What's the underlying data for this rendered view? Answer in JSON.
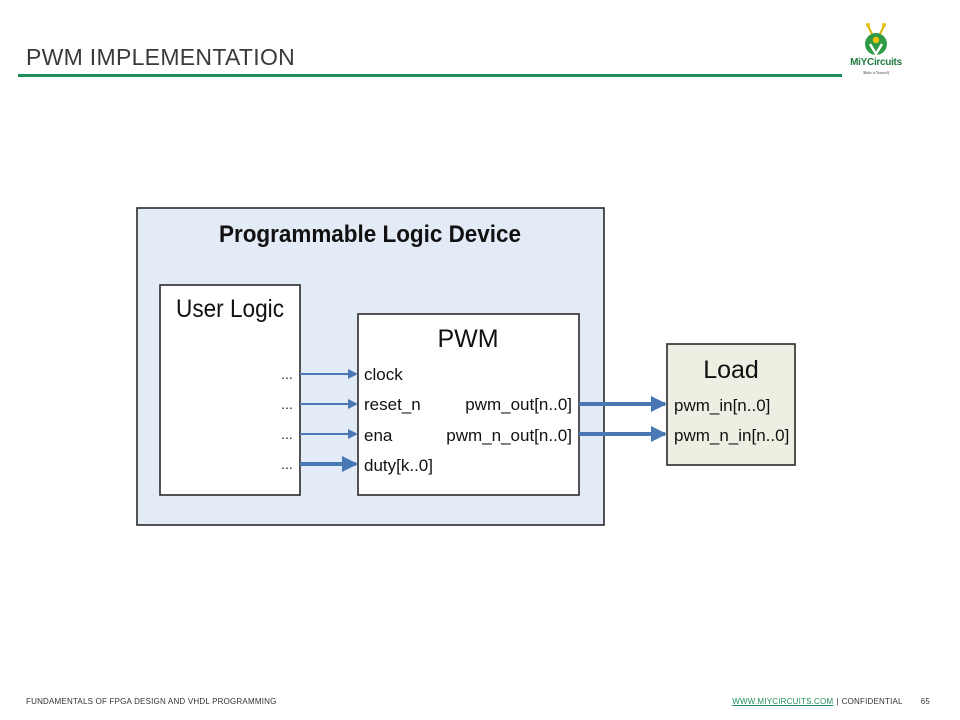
{
  "header": {
    "title": "PWM IMPLEMENTATION",
    "logo_text": "MiYCircuits",
    "logo_tagline": "Make it Yourself"
  },
  "diagram": {
    "outer_title": "Programmable Logic Device",
    "user_logic": {
      "title": "User Logic",
      "ellipses": [
        "...",
        "...",
        "...",
        "..."
      ]
    },
    "pwm": {
      "title": "PWM",
      "inputs": [
        "clock",
        "reset_n",
        "ena",
        "duty[k..0]"
      ],
      "outputs": [
        "pwm_out[n..0]",
        "pwm_n_out[n..0]"
      ]
    },
    "load": {
      "title": "Load",
      "inputs": [
        "pwm_in[n..0]",
        "pwm_n_in[n..0]"
      ]
    },
    "colors": {
      "outer_fill": "#e3ebf6",
      "inner_fill": "#ffffff",
      "load_fill": "#eeeee2",
      "arrow": "#4a78b4",
      "border": "#2a2a2a"
    }
  },
  "footer": {
    "course": "FUNDAMENTALS OF FPGA DESIGN AND VHDL PROGRAMMING",
    "website": "WWW.MIYCIRCUITS.COM",
    "separator": "|",
    "confidential": "CONFIDENTIAL",
    "page": "65"
  }
}
